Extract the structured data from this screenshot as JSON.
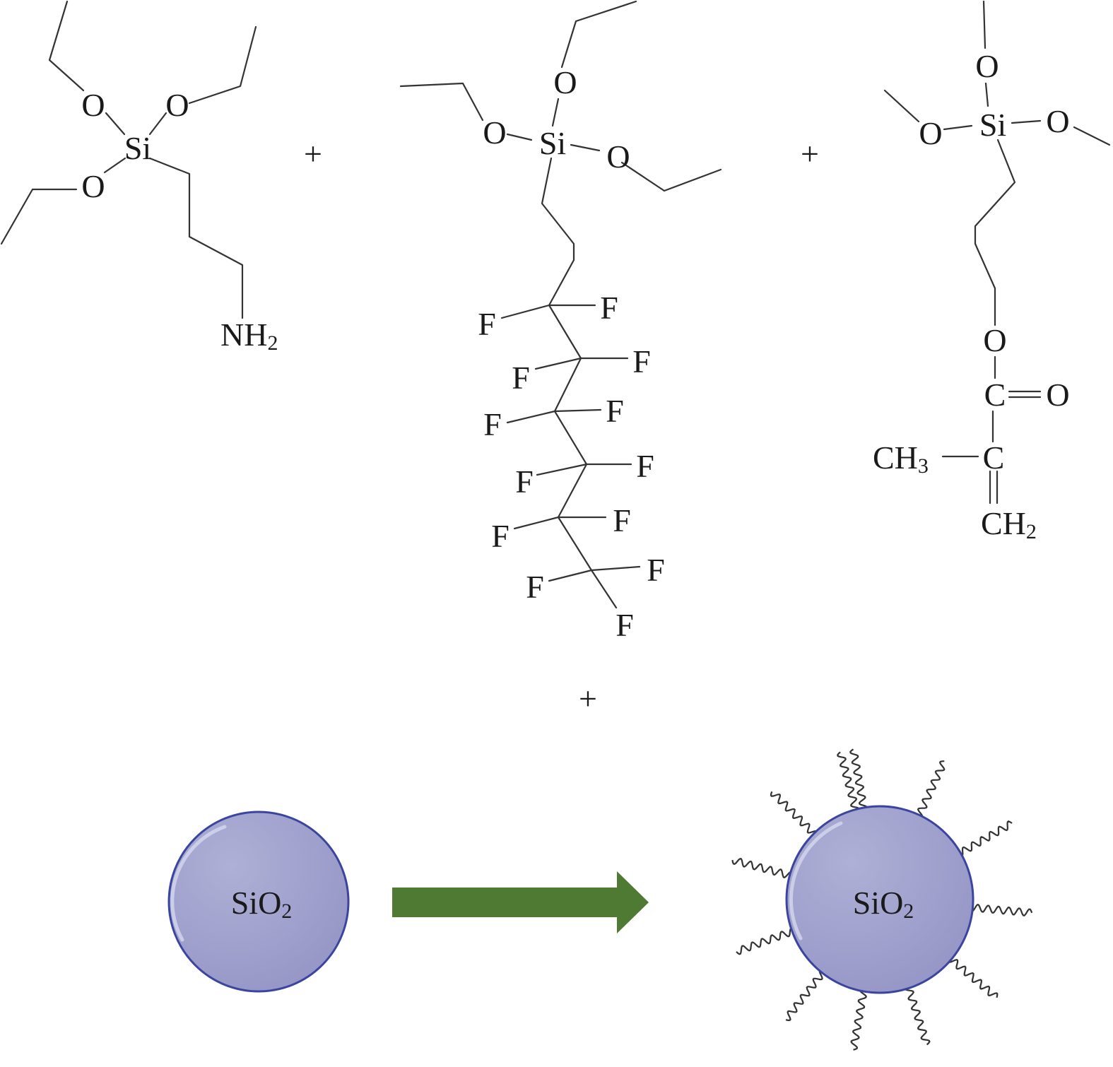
{
  "molecules": {
    "aptes": {
      "atoms": {
        "o1": "O",
        "o2": "O",
        "o3": "O",
        "si": "Si",
        "amine": "NH",
        "amine_sub": "2"
      }
    },
    "fluorosilane": {
      "atoms": {
        "o1": "O",
        "o2": "O",
        "o3": "O",
        "si": "Si",
        "f": "F"
      }
    },
    "mptms": {
      "atoms": {
        "o1": "O",
        "o2": "O",
        "o3": "O",
        "si": "Si",
        "o_ester": "O",
        "c_carbonyl": "C",
        "o_carbonyl": "O",
        "c_alpha": "C",
        "methyl": "CH",
        "methyl_sub": "3",
        "methylene": "CH",
        "methylene_sub": "2"
      }
    }
  },
  "operators": {
    "plus1": "+",
    "plus2": "+",
    "plus3": "+"
  },
  "particles": {
    "reactant": {
      "label": "SiO",
      "label_sub": "2"
    },
    "product": {
      "label": "SiO",
      "label_sub": "2"
    }
  },
  "colors": {
    "sphere_fill": "#9c9cca",
    "sphere_stroke": "#3b45a0",
    "arrow": "#4e7a33",
    "bond": "#333333"
  }
}
